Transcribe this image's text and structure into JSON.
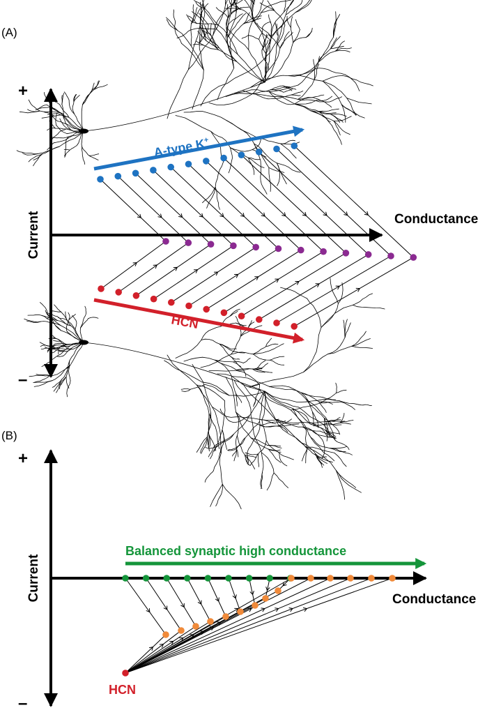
{
  "panels": {
    "a": {
      "label": "(A)",
      "y_plus": "+",
      "y_minus": "–",
      "y_axis_label": "Current",
      "x_axis_label": "Conductance",
      "a_type_label": "A-type K",
      "a_type_sup": "+",
      "hcn_label": "HCN"
    },
    "b": {
      "label": "(B)",
      "y_plus": "+",
      "y_minus": "–",
      "y_axis_label": "Current",
      "x_axis_label": "Conductance",
      "balanced_label": "Balanced synaptic high conductance",
      "hcn_label": "HCN"
    }
  },
  "colors": {
    "a_type": "#1e73c2",
    "hcn": "#d2202a",
    "result_a": "#8b2a91",
    "balanced": "#14953a",
    "result_b": "#f08a3a",
    "ink": "#000000"
  }
}
